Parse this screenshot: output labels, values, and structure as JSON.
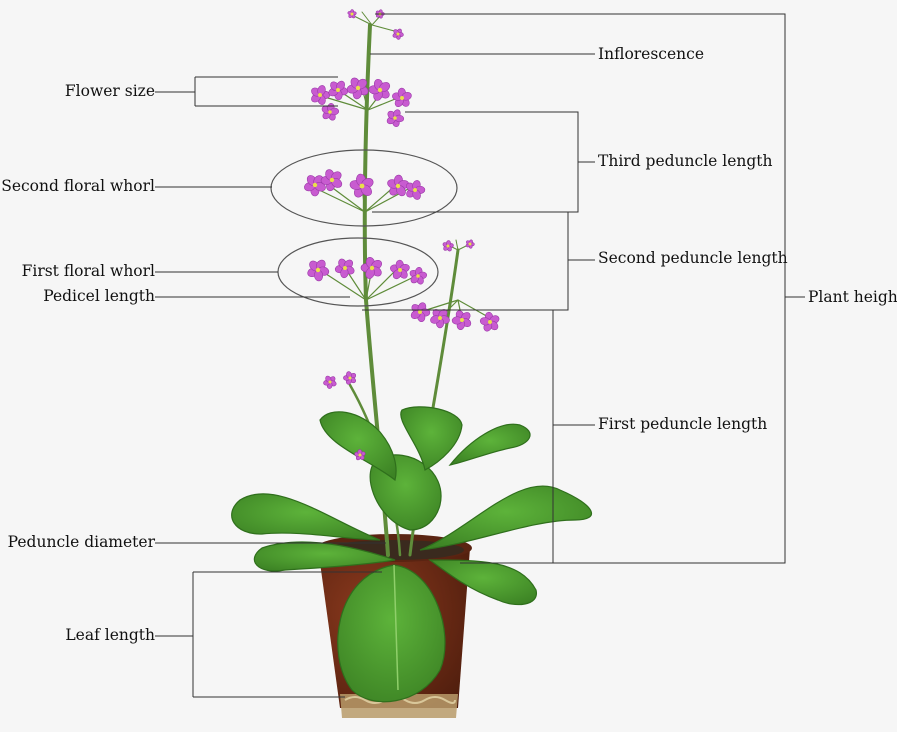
{
  "labels": {
    "inflorescence": "Inflorescence",
    "flower_size": "Flower size",
    "third_peduncle_length": "Third peduncle length",
    "second_floral_whorl": "Second floral whorl",
    "second_peduncle_length": "Second peduncle length",
    "first_floral_whorl": "First floral whorl",
    "pedicel_length": "Pedicel length",
    "plant_height": "Plant height",
    "first_peduncle_length": "First peduncle length",
    "peduncle_diameter": "Peduncle diameter",
    "leaf_length": "Leaf length"
  },
  "colors": {
    "petal": "#c85bd0",
    "petal_dark": "#9b3aa8",
    "eye": "#e9e04a",
    "leaf": "#4a9a2e",
    "leaf_dark": "#2f6f1c",
    "stem": "#5f8c3a",
    "pot": "#6b2a14",
    "soil": "#3a2a1e",
    "annotation_line": "#333333"
  }
}
